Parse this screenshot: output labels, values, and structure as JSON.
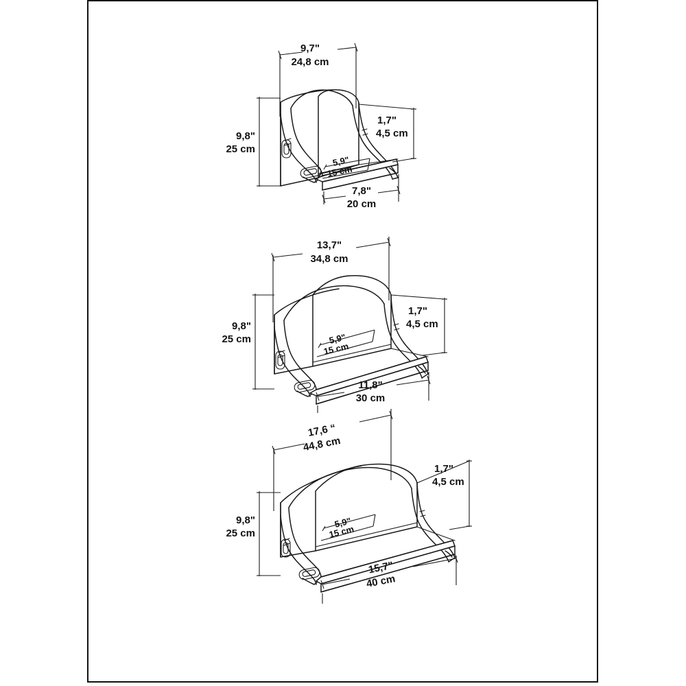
{
  "document": {
    "type": "technical-dimension-drawing",
    "subject": "Wall mounted arched shelf - three sizes",
    "background_color": "#ffffff",
    "line_color": "#1a1a1a",
    "sheet_border_color": "#111111"
  },
  "drawings": [
    {
      "id": "shelf-small",
      "index": 1,
      "dimensions": {
        "top_width": {
          "inch": "9,7\"",
          "metric": "24,8 cm"
        },
        "height": {
          "inch": "9,8\"",
          "metric": "25 cm"
        },
        "shelf_lip": {
          "inch": "1,7\"",
          "metric": "4,5 cm"
        },
        "depth": {
          "inch": "5,9\"",
          "metric": "15 cm"
        },
        "shelf_width": {
          "inch": "7,8\"",
          "metric": "20 cm"
        }
      }
    },
    {
      "id": "shelf-medium",
      "index": 2,
      "dimensions": {
        "top_width": {
          "inch": "13,7\"",
          "metric": "34,8 cm"
        },
        "height": {
          "inch": "9,8\"",
          "metric": "25 cm"
        },
        "shelf_lip": {
          "inch": "1,7\"",
          "metric": "4,5 cm"
        },
        "depth": {
          "inch": "5,9\"",
          "metric": "15 cm"
        },
        "shelf_width": {
          "inch": "11,8\"",
          "metric": "30 cm"
        }
      }
    },
    {
      "id": "shelf-large",
      "index": 3,
      "dimensions": {
        "top_width": {
          "inch": "17,6 “",
          "metric": "44,8 cm"
        },
        "height": {
          "inch": "9,8\"",
          "metric": "25 cm"
        },
        "shelf_lip": {
          "inch": "1,7\"",
          "metric": "4,5 cm"
        },
        "depth": {
          "inch": "5,9\"",
          "metric": "15 cm"
        },
        "shelf_width": {
          "inch": "15,7\"",
          "metric": "40 cm"
        }
      }
    }
  ]
}
